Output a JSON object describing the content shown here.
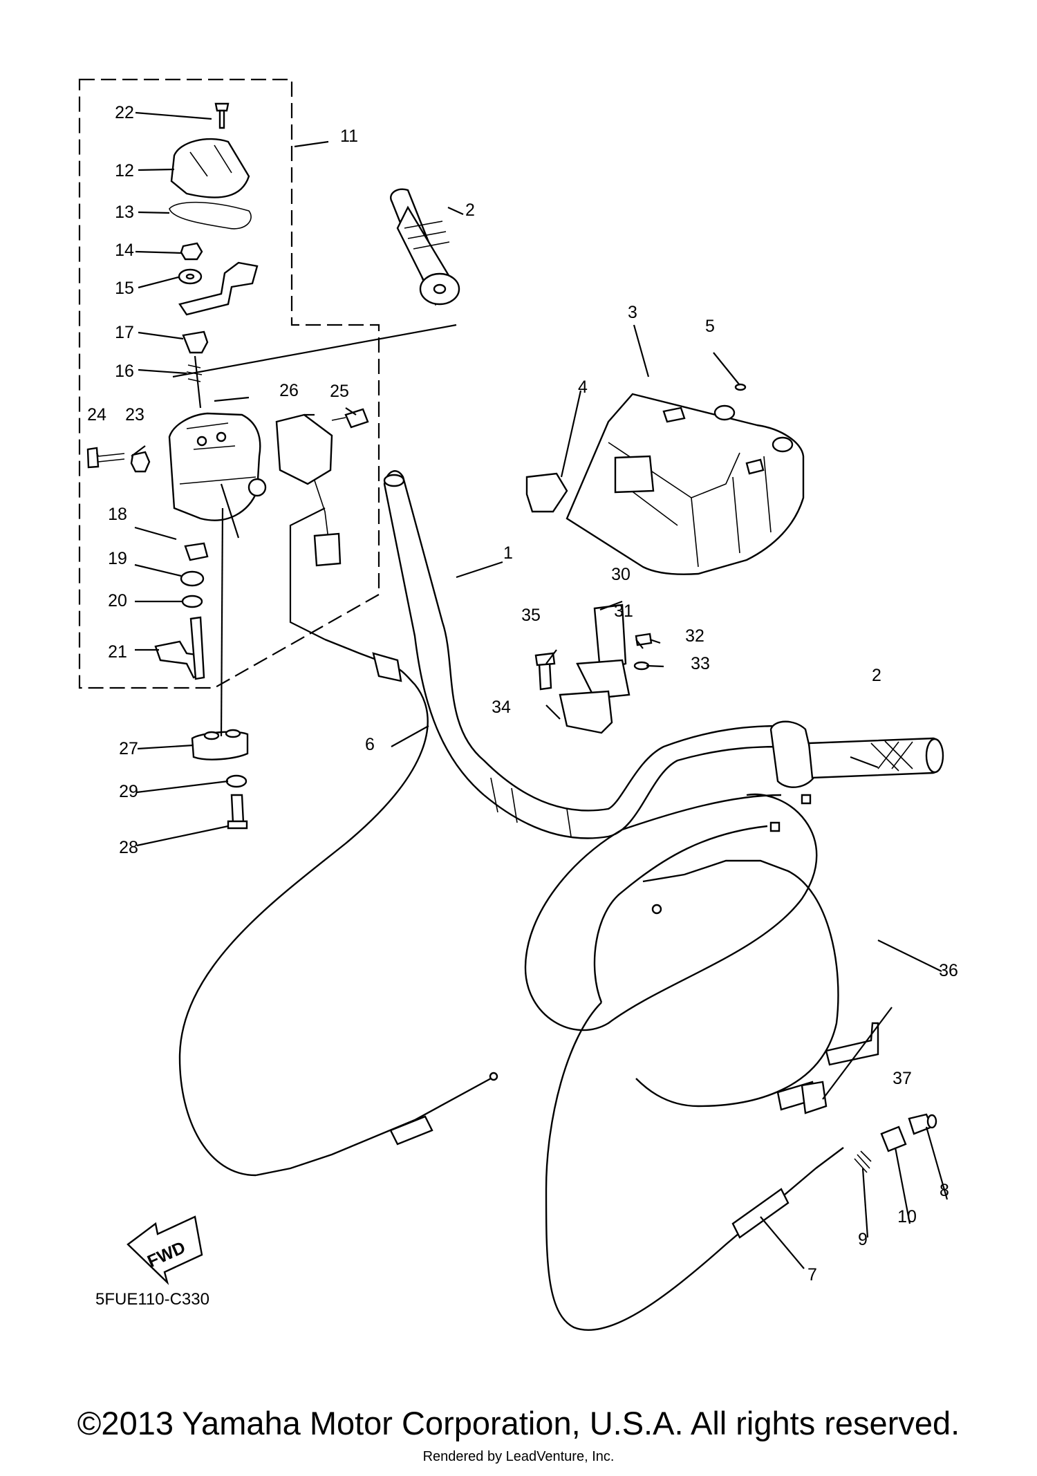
{
  "diagram": {
    "part_labels": [
      "1",
      "2",
      "2",
      "3",
      "4",
      "5",
      "6",
      "7",
      "8",
      "9",
      "10",
      "11",
      "12",
      "13",
      "14",
      "15",
      "16",
      "17",
      "18",
      "19",
      "20",
      "21",
      "22",
      "23",
      "24",
      "25",
      "26",
      "27",
      "28",
      "29",
      "30",
      "31",
      "32",
      "33",
      "34",
      "35",
      "36",
      "37"
    ],
    "diagram_code": "5FUE110-C330",
    "fwd_marker": "FWD"
  },
  "footer": {
    "copyright": "©2013 Yamaha Motor Corporation, U.S.A. All rights reserved.",
    "rendered_by": "Rendered by LeadVenture, Inc."
  }
}
